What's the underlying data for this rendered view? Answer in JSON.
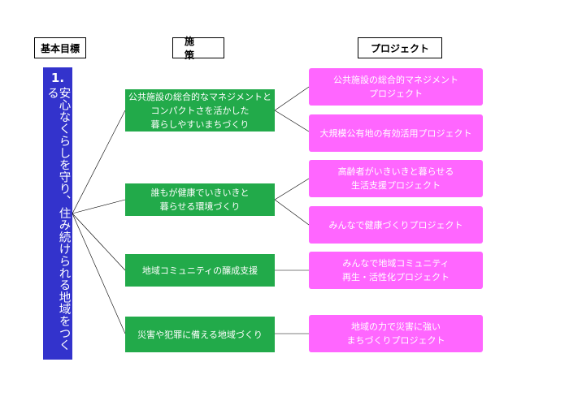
{
  "headers": {
    "goal": "基本目標",
    "measures": "施策",
    "projects": "プロジェクト"
  },
  "goal": {
    "number": "1.",
    "text": "安心なくらしを守り、住み続けられる地域をつくる"
  },
  "measures": [
    "公共施設の総合的なマネジメントと\nコンパクトさを活かした\n暮らしやすいまちづくり",
    "誰もが健康でいきいきと\n暮らせる環境づくり",
    "地域コミュニティの醸成支援",
    "災害や犯罪に備える地域づくり"
  ],
  "projects": [
    "公共施設の総合的マネジメント\nプロジェクト",
    "大規模公有地の有効活用プロジェクト",
    "高齢者がいきいきと暮らせる\n生活支援プロジェクト",
    "みんなで健康づくりプロジェクト",
    "みんなで地域コミュニティ\n再生・活性化プロジェクト",
    "地域の力で災害に強い\nまちづくりプロジェクト"
  ],
  "colors": {
    "goal": "#3333cc",
    "measure": "#22aa4a",
    "project": "#ff66ff"
  }
}
